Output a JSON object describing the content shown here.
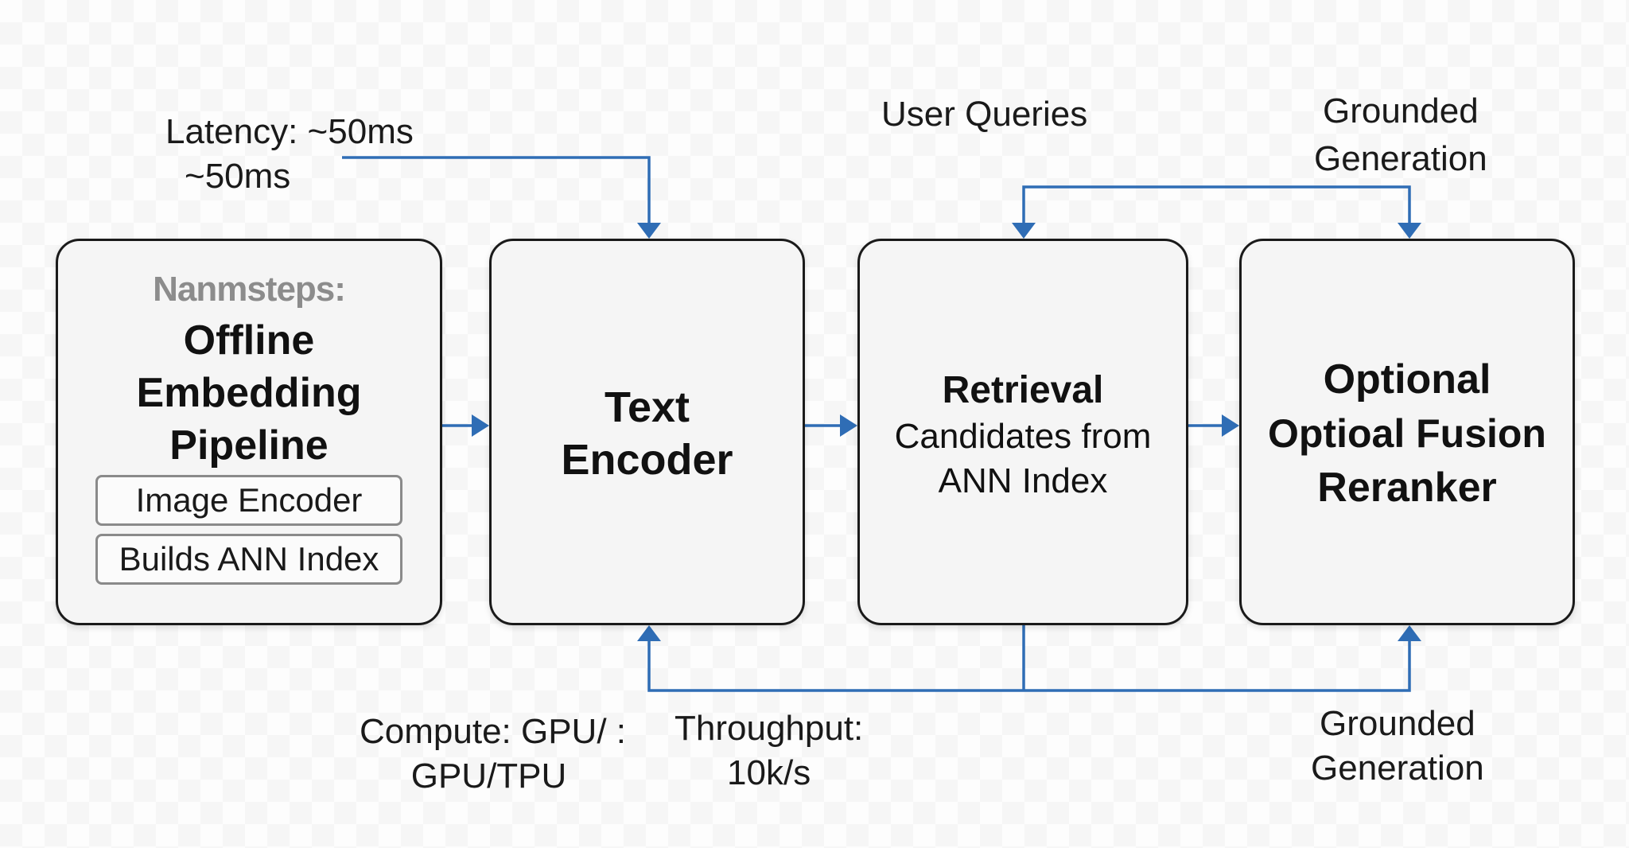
{
  "annotations": {
    "latency_line1": "Latency:  ~50ms",
    "latency_line2": "~50ms",
    "user_queries": "User Queries",
    "grounded_top_line1": "Grounded",
    "grounded_top_line2": "Generation",
    "compute_line1": "Compute: GPU/ :",
    "compute_line2": "GPU/TPU",
    "throughput_line1": "Throughput:",
    "throughput_line2": "10k/s",
    "grounded_bottom_line1": "Grounded",
    "grounded_bottom_line2": "Generation"
  },
  "boxes": {
    "offline": {
      "heading": "Nanmsteps:",
      "title_line1": "Offline",
      "title_line2": "Embedding",
      "title_line3": "Pipeline",
      "sub_items": [
        "Image Encoder",
        "Builds ANN Index"
      ]
    },
    "text_encoder": {
      "title_line1": "Text",
      "title_line2": "Encoder"
    },
    "retrieval": {
      "title": "Retrieval",
      "desc_line1": "Candidates from",
      "desc_line2": "ANN Index"
    },
    "reranker": {
      "title_line1": "Optional",
      "title_line2": "Optioal Fusion",
      "title_line3": "Reranker"
    }
  },
  "colors": {
    "arrow": "#2f6db5",
    "box_border": "#1a1a1a",
    "box_fill": "#f5f5f5",
    "heading_gray": "#8c8c8c"
  }
}
